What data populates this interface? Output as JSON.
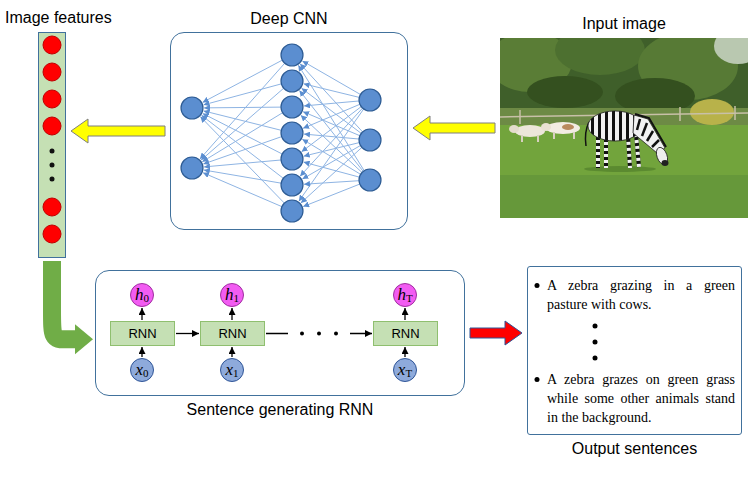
{
  "diagram": {
    "nodes": [
      {
        "text": [
          "Image features"
        ]
      },
      {
        "text": [
          "Deep CNN"
        ]
      },
      {
        "text": [
          "Input image"
        ]
      },
      {
        "text": [
          "Sentence generating RNN"
        ]
      },
      {
        "text": [
          "h0"
        ],
        "in": 3
      },
      {
        "text": [
          "h1"
        ],
        "in": 3
      },
      {
        "text": [
          "hT"
        ],
        "in": 3
      },
      {
        "text": [
          "RNN"
        ],
        "in": 3
      },
      {
        "text": [
          "RNN"
        ],
        "in": 3
      },
      {
        "text": [
          "RNN"
        ],
        "in": 3
      },
      {
        "text": [
          "x0"
        ],
        "in": 3
      },
      {
        "text": [
          "x1"
        ],
        "in": 3
      },
      {
        "text": [
          "xT"
        ],
        "in": 3
      },
      {
        "text": [
          "A zebra grazing in a green pasture with cows.",
          "A zebra grazes on green grass while some other animals stand in the background.",
          "Output sentences"
        ]
      }
    ],
    "edges": [
      {
        "from": 2,
        "to": 1,
        "arrow": "to"
      },
      {
        "from": 1,
        "to": 0,
        "arrow": "to"
      },
      {
        "from": 0,
        "to": 3,
        "arrow": "to"
      },
      {
        "from": 3,
        "to": 13,
        "arrow": "to"
      },
      {
        "from": 10,
        "to": 7,
        "arrow": "to"
      },
      {
        "from": 7,
        "to": 4,
        "arrow": "to"
      },
      {
        "from": 7,
        "to": 8,
        "arrow": "to"
      },
      {
        "from": 11,
        "to": 8,
        "arrow": "to"
      },
      {
        "from": 8,
        "to": 5,
        "arrow": "to"
      },
      {
        "from": 8,
        "to": 9,
        "arrow": "to"
      },
      {
        "from": 12,
        "to": 9,
        "arrow": "to"
      },
      {
        "from": 9,
        "to": 6,
        "arrow": "to"
      }
    ]
  }
}
